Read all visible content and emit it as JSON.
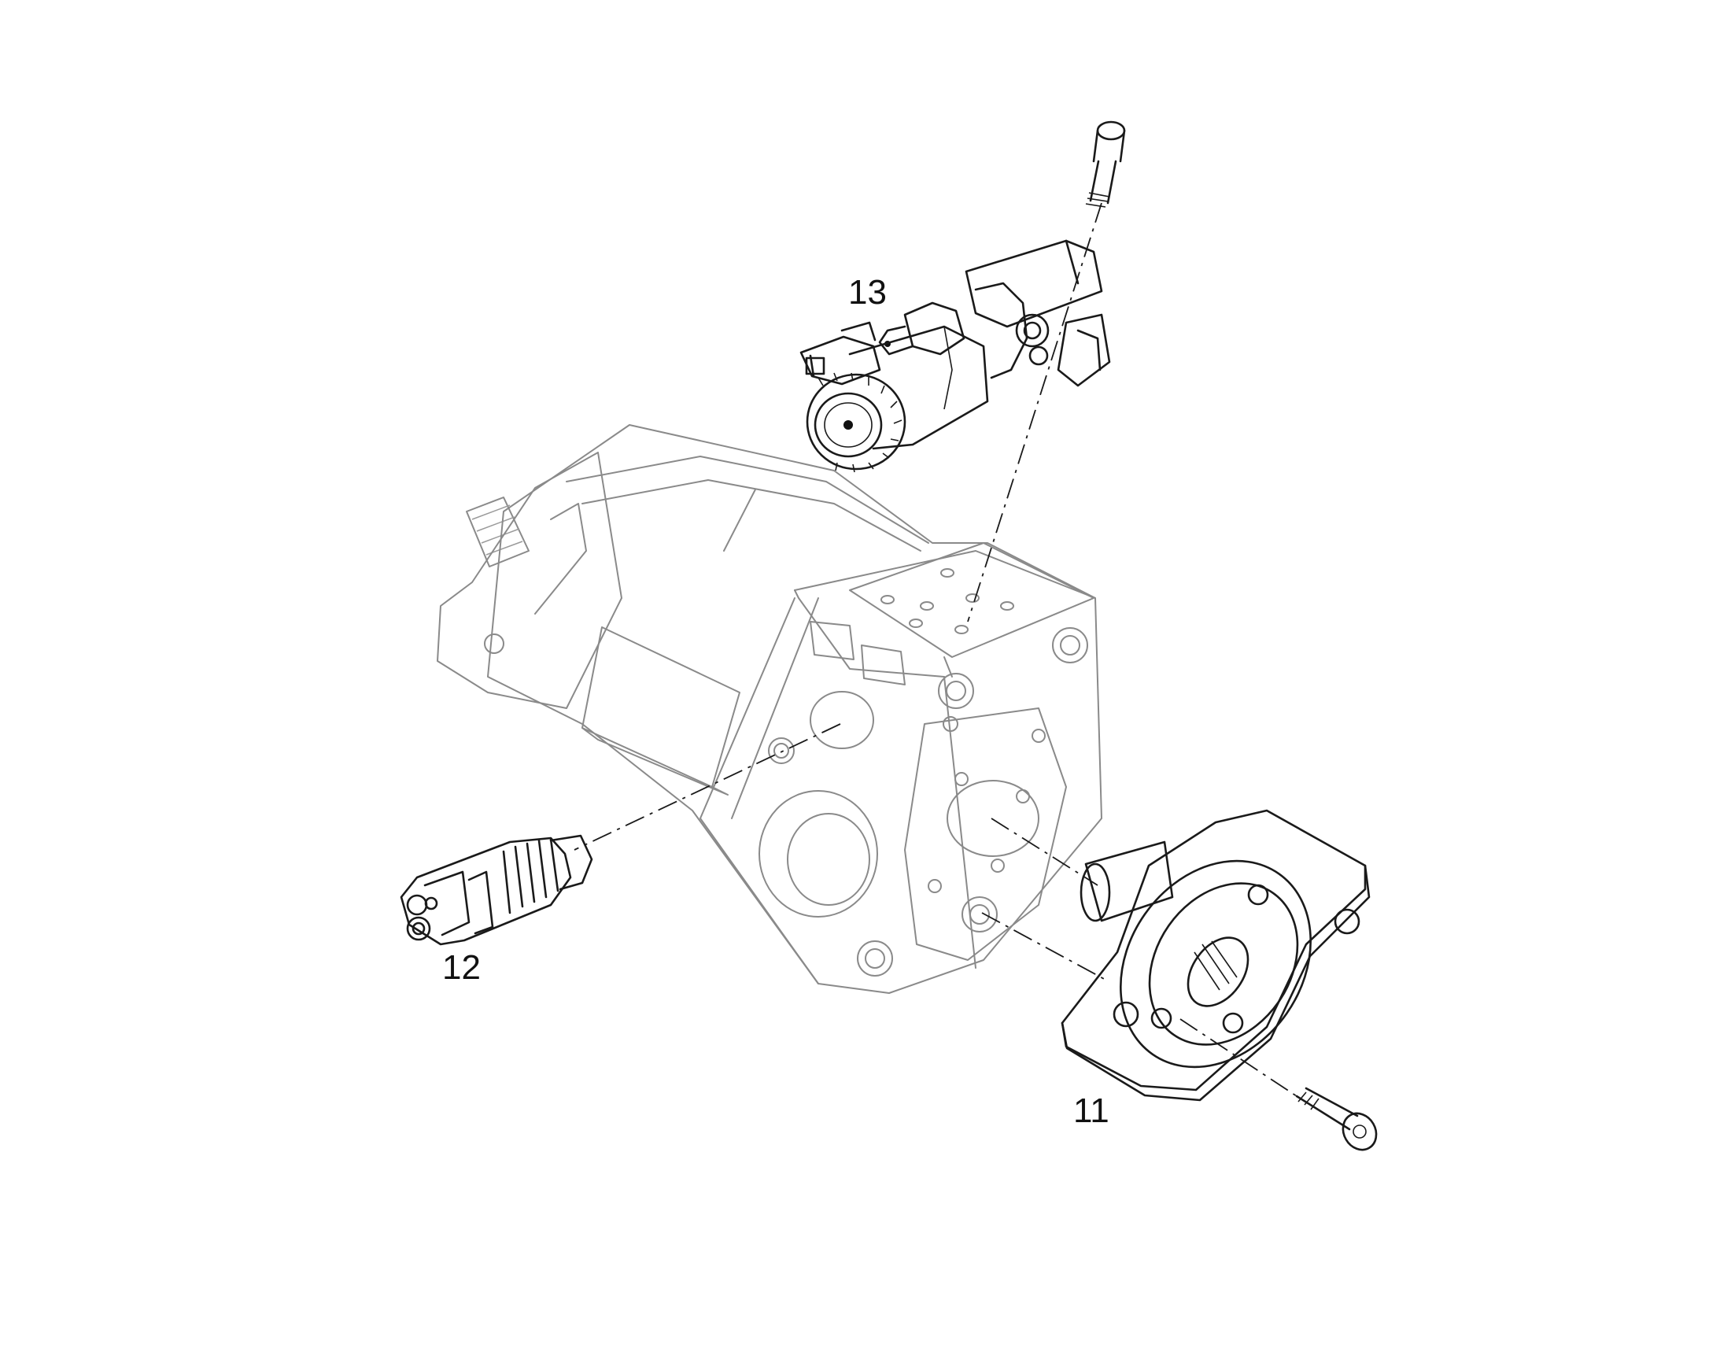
{
  "callouts": {
    "part_11": "11",
    "part_12": "12",
    "part_13": "13"
  }
}
